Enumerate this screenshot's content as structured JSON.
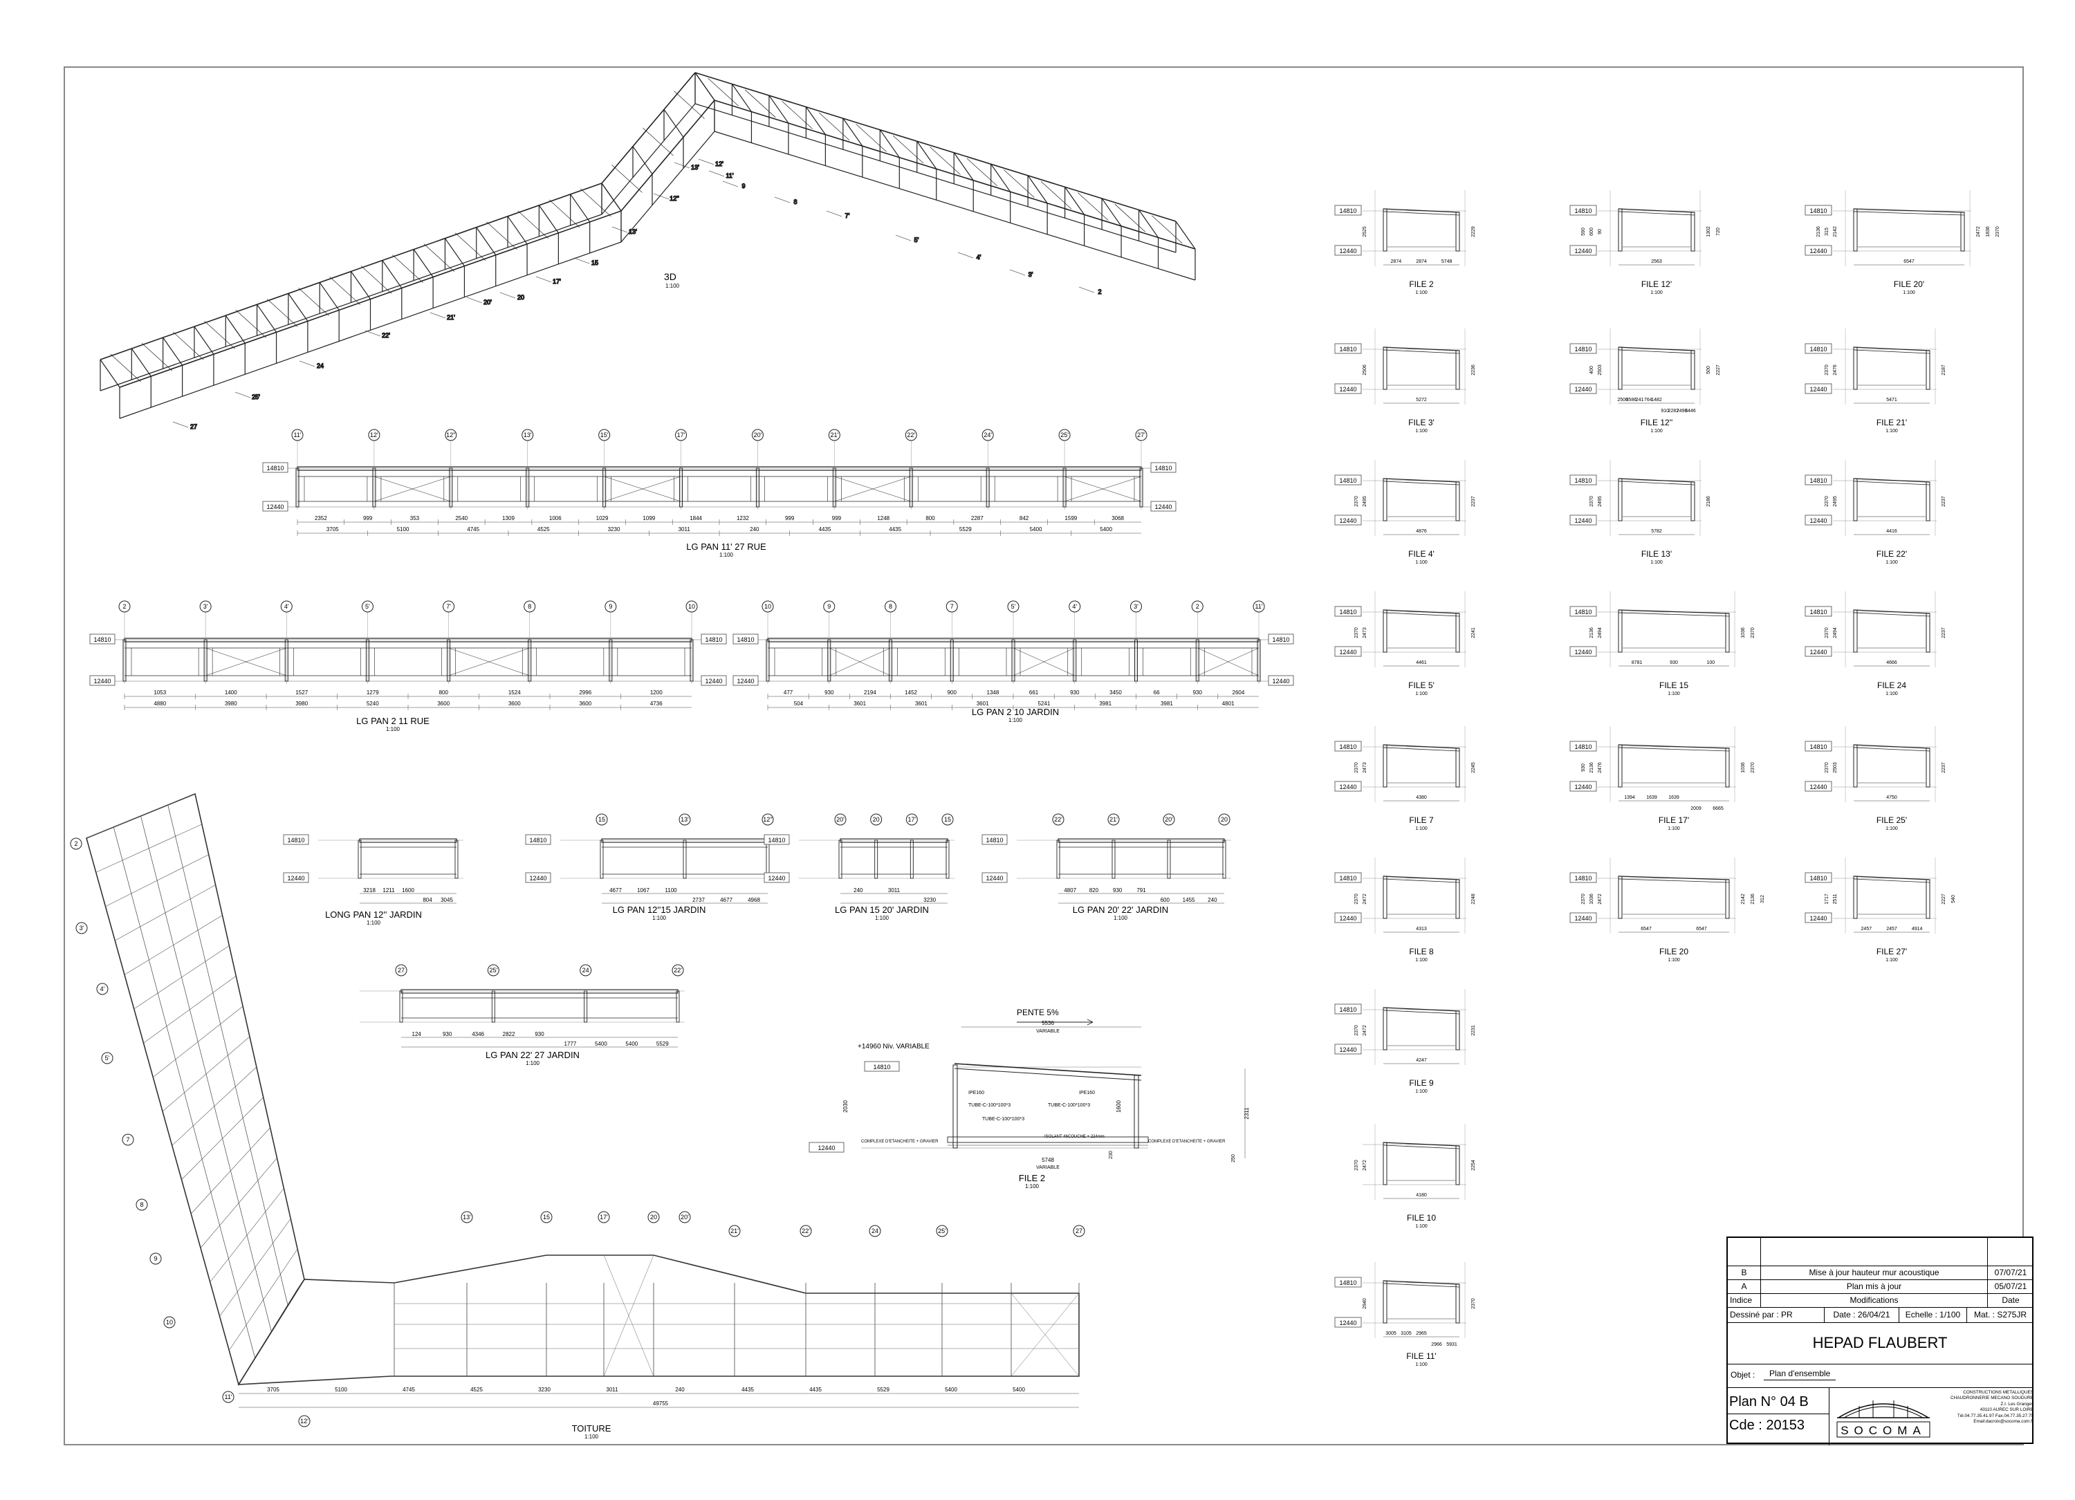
{
  "views": {
    "view_3d": {
      "title": "3D",
      "scale": "1:100"
    },
    "lg_pan_11_27_rue": {
      "title": "LG PAN 11' 27 RUE",
      "scale": "1:100",
      "axes": [
        "11'",
        "12'",
        "12''",
        "13'",
        "15'",
        "17'",
        "20'",
        "21'",
        "22'",
        "24'",
        "25'",
        "27'"
      ],
      "levels": [
        "14810",
        "12440"
      ],
      "dims_top": [
        "2352",
        "999",
        "353",
        "2540",
        "1309",
        "1006",
        "1029",
        "1099",
        "1844",
        "1232",
        "999",
        "999",
        "1248",
        "800",
        "2287",
        "842",
        "1599",
        "3068"
      ],
      "dims_bottom": [
        "3705",
        "5100",
        "4745",
        "4525",
        "3230",
        "3011",
        "240",
        "4435",
        "4435",
        "5529",
        "5400",
        "5400"
      ]
    },
    "lg_pan_2_11_rue": {
      "title": "LG PAN 2 11 RUE",
      "scale": "1:100",
      "axes": [
        "2",
        "3'",
        "4'",
        "5'",
        "7'",
        "8",
        "9",
        "10"
      ],
      "levels": [
        "14810",
        "12440"
      ],
      "dims_top": [
        "1053",
        "1400",
        "1527",
        "1279",
        "800",
        "1524",
        "2996",
        "1200"
      ],
      "dims_bottom": [
        "4880",
        "3980",
        "3980",
        "5240",
        "3600",
        "3600",
        "3600",
        "4736"
      ]
    },
    "lg_pan_2_10_jardin": {
      "title": "LG PAN 2 10 JARDIN",
      "scale": "1:100",
      "axes": [
        "10",
        "9",
        "8",
        "7",
        "5'",
        "4'",
        "3'",
        "2",
        "11'"
      ],
      "levels": [
        "14810",
        "12440"
      ],
      "dims_top": [
        "477",
        "930",
        "2194",
        "1452",
        "900",
        "1348",
        "661",
        "930",
        "3450",
        "66",
        "930",
        "2604"
      ],
      "dims_bottom": [
        "504",
        "3601",
        "3601",
        "3601",
        "5241",
        "3981",
        "3981",
        "4801"
      ]
    },
    "long_pan_12_jardin": {
      "title": "LONG PAN 12'' JARDIN",
      "scale": "1:100",
      "dims": [
        "3218",
        "1211",
        "1600",
        "804",
        "3045"
      ]
    },
    "lg_pan_12_15_jardin": {
      "title": "LG PAN 12''15 JARDIN",
      "scale": "1:100",
      "axes": [
        "15",
        "13'",
        "12''"
      ],
      "dims": [
        "4677",
        "1067",
        "1100",
        "2737",
        "4677",
        "4968"
      ]
    },
    "lg_pan_15_20_jardin": {
      "title": "LG PAN 15 20' JARDIN",
      "scale": "1:100",
      "axes": [
        "20'",
        "20",
        "17'",
        "15"
      ],
      "dims": [
        "240",
        "3011",
        "3230"
      ]
    },
    "lg_pan_20_22_jardin": {
      "title": "LG PAN 20' 22' JARDIN",
      "scale": "1:100",
      "axes": [
        "22'",
        "21'",
        "20'",
        "20"
      ],
      "dims": [
        "4807",
        "820",
        "930",
        "791",
        "600",
        "1455",
        "240"
      ]
    },
    "lg_pan_22_27_jardin": {
      "title": "LG PAN 22' 27 JARDIN",
      "scale": "1:100",
      "axes": [
        "27",
        "25'",
        "24",
        "22'"
      ],
      "dims": [
        "124",
        "930",
        "4346",
        "2822",
        "930",
        "1777",
        "5400",
        "5400",
        "5529"
      ]
    },
    "toiture": {
      "title": "TOITURE",
      "scale": "1:100",
      "axes_top": [
        "13'",
        "15",
        "17'",
        "20",
        "20'",
        "21'",
        "22'",
        "24",
        "25'",
        "27"
      ],
      "axes_left": [
        "2",
        "3'",
        "4'",
        "5'",
        "7",
        "8",
        "9",
        "10",
        "11'",
        "12'"
      ],
      "dims_bottom": [
        "3705",
        "5100",
        "4745",
        "4525",
        "3230",
        "3011",
        "240",
        "4435",
        "4435",
        "5529",
        "5400",
        "5400"
      ],
      "total": "49755"
    },
    "file_2_detail": {
      "title": "FILE 2",
      "scale": "1:100",
      "slope": "PENTE 5%",
      "width": "5536",
      "width_note": "VARIABLE",
      "level_top": "14810",
      "level_bot": "12440",
      "level_note": "+14960 Niv. VARIABLE",
      "labels": [
        "IPE160",
        "IPE160",
        "TUBE-C-100*100*3",
        "TUBE-C-100*100*3",
        "TUBE-C-100*100*3",
        "COMPLEXE D'ETANCHEITE + GRAVIER",
        "ISOLANT 46COUCHE + 224mm",
        "COMPLEXE D'ETANCHEITE + GRAVIER"
      ],
      "dims": [
        "5748",
        "VARIABLE",
        "2030",
        "1600",
        "2311",
        "230",
        "250"
      ]
    }
  },
  "files": [
    {
      "id": "f2",
      "title": "FILE 2",
      "dims": [
        "2874",
        "2874",
        "5748"
      ],
      "h": [
        "2525",
        "2229"
      ]
    },
    {
      "id": "f12p",
      "title": "FILE 12'",
      "dims": [
        "2563"
      ],
      "h": [
        "90",
        "1302",
        "600",
        "720",
        "590"
      ]
    },
    {
      "id": "f20p",
      "title": "FILE 20'",
      "dims": [
        "6547"
      ],
      "h": [
        "2142",
        "2472",
        "315",
        "1836",
        "2136",
        "2370"
      ]
    },
    {
      "id": "f3p",
      "title": "FILE 3'",
      "dims": [
        "5272"
      ],
      "h": [
        "2506",
        "2236"
      ]
    },
    {
      "id": "f12pp",
      "title": "FILE 12''",
      "dims": [
        "2506",
        "3586",
        "241",
        "764",
        "1482",
        "910",
        "2282",
        "2496",
        "3446"
      ],
      "h": [
        "2503",
        "500",
        "400",
        "2227"
      ]
    },
    {
      "id": "f21p",
      "title": "FILE 21'",
      "dims": [
        "5471"
      ],
      "h": [
        "2476",
        "2187",
        "2370"
      ]
    },
    {
      "id": "f4p",
      "title": "FILE 4'",
      "dims": [
        "4876"
      ],
      "h": [
        "2495",
        "2237",
        "2370"
      ]
    },
    {
      "id": "f13p",
      "title": "FILE 13'",
      "dims": [
        "5782"
      ],
      "h": [
        "2495",
        "2186",
        "2370"
      ]
    },
    {
      "id": "f22p",
      "title": "FILE 22'",
      "dims": [
        "4416"
      ],
      "h": [
        "2495",
        "2237",
        "2370"
      ]
    },
    {
      "id": "f5p",
      "title": "FILE 5'",
      "dims": [
        "4461"
      ],
      "h": [
        "2473",
        "2241",
        "2370"
      ]
    },
    {
      "id": "f15",
      "title": "FILE 15",
      "dims": [
        "8781",
        "930",
        "100"
      ],
      "h": [
        "2494",
        "1036",
        "2136",
        "2370"
      ]
    },
    {
      "id": "f24",
      "title": "FILE 24",
      "dims": [
        "4666"
      ],
      "h": [
        "2494",
        "2237",
        "2370"
      ]
    },
    {
      "id": "f7",
      "title": "FILE 7",
      "dims": [
        "4380"
      ],
      "h": [
        "2473",
        "2245",
        "2370"
      ]
    },
    {
      "id": "f17p",
      "title": "FILE 17'",
      "dims": [
        "1394",
        "1639",
        "1639",
        "2009",
        "6665"
      ],
      "h": [
        "2476",
        "1036",
        "2136",
        "2370",
        "930"
      ]
    },
    {
      "id": "f25p",
      "title": "FILE 25'",
      "dims": [
        "4750"
      ],
      "h": [
        "2503",
        "2237",
        "2370"
      ]
    },
    {
      "id": "f8",
      "title": "FILE 8",
      "dims": [
        "4313"
      ],
      "h": [
        "2472",
        "2248",
        "2370"
      ]
    },
    {
      "id": "f20",
      "title": "FILE 20",
      "dims": [
        "6547",
        "6547"
      ],
      "h": [
        "2472",
        "2142",
        "1036",
        "2136",
        "2370",
        "312"
      ]
    },
    {
      "id": "f27p",
      "title": "FILE 27'",
      "dims": [
        "2457",
        "2457",
        "4914"
      ],
      "h": [
        "2511",
        "2227",
        "1717",
        "540"
      ]
    },
    {
      "id": "f9",
      "title": "FILE 9",
      "dims": [
        "4247"
      ],
      "h": [
        "2472",
        "2231",
        "2370"
      ]
    },
    {
      "id": "f10",
      "title": "FILE 10",
      "dims": [
        "4180"
      ],
      "h": [
        "2472",
        "2254",
        "2370"
      ]
    },
    {
      "id": "f11p",
      "title": "FILE 11'",
      "dims": [
        "3005",
        "3105",
        "2965",
        "2966",
        "5931"
      ],
      "h": [
        "2940",
        "2370"
      ]
    }
  ],
  "title_block": {
    "rev_b": {
      "indice": "B",
      "text": "Mise à jour hauteur mur acoustique",
      "date": "07/07/21"
    },
    "rev_a": {
      "indice": "A",
      "text": "Plan mis à jour",
      "date": "05/07/21"
    },
    "hdr_indice": "Indice",
    "hdr_mod": "Modifications",
    "hdr_date": "Date",
    "dessine": "Dessiné par : PR",
    "date": "Date : 26/04/21",
    "echelle": "Echelle : 1/100",
    "mat": "Mat. : S275JR",
    "project": "HEPAD FLAUBERT",
    "objet_label": "Objet :",
    "objet": "Plan d'ensemble",
    "plan_no": "Plan N°  04 B",
    "cde": "Cde :  20153",
    "company": "SOCOMA",
    "company_lines": [
      "CONSTRUCTIONS METALLIQUES",
      "CHAUDRONNERIE MECANO SOUDURE",
      "Z.I. Les Granges",
      "43110 AUREC SUR LOIRE",
      "Tél.04.77.35.41.97 Fax.04.77.35.27.75",
      "Email:dacroix@socoma.com.fr"
    ]
  }
}
